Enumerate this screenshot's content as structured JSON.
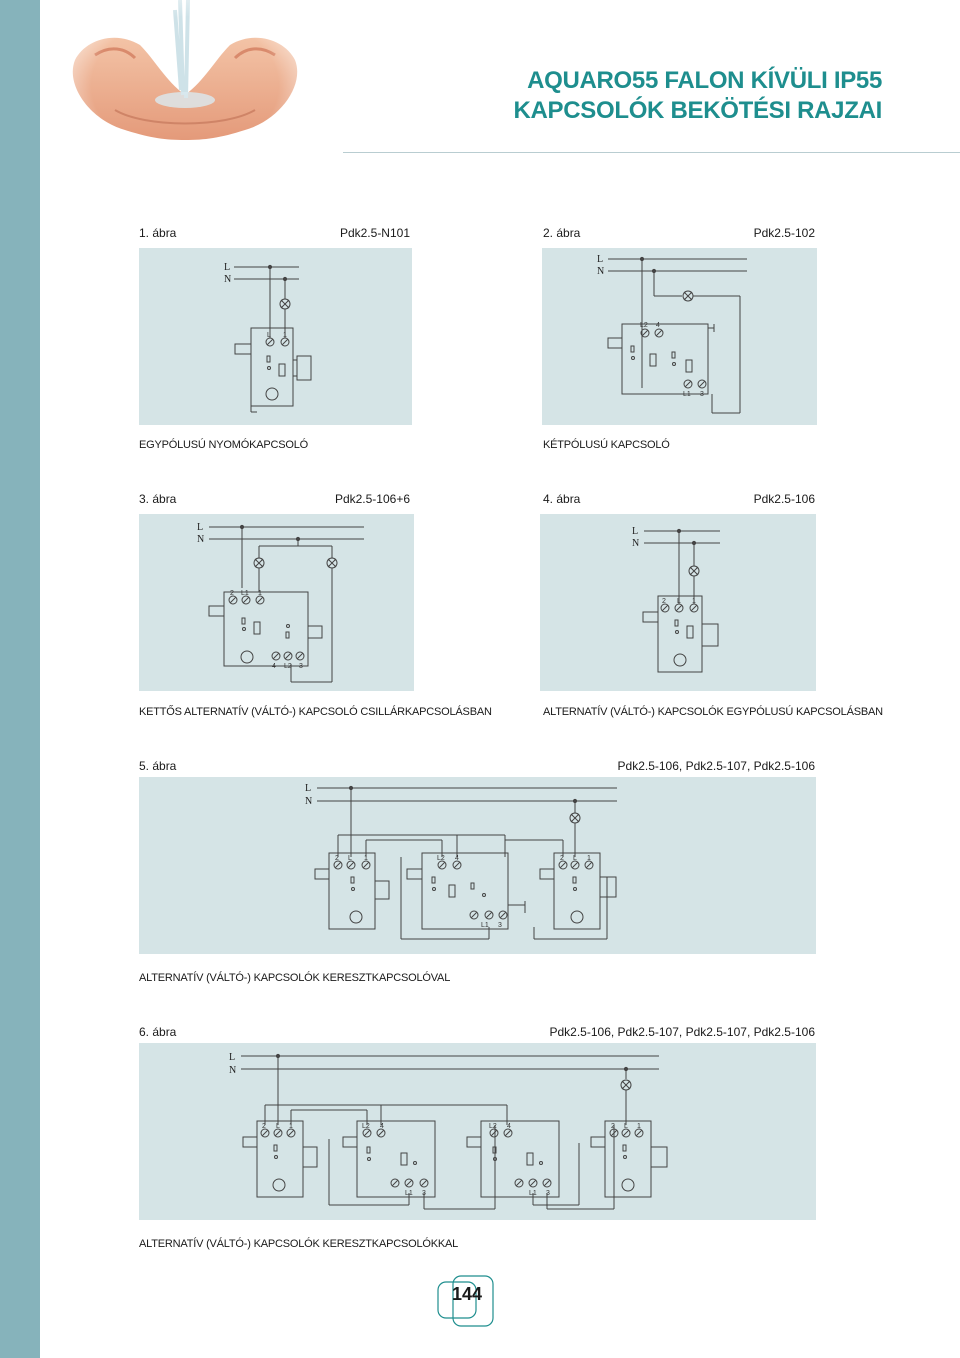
{
  "header": {
    "title_line1": "AQUARO55 FALON KÍVÜLI IP55",
    "title_line2": "KAPCSOLÓK BEKÖTÉSI RAJZAI"
  },
  "colors": {
    "accent": "#1e8e8e",
    "sidebar": "#86b3bb",
    "panel": "#d5e4e6"
  },
  "figures": [
    {
      "label": "1. ábra",
      "code": "Pdk2.5-N101",
      "description": "EGYPÓLUSÚ NYOMÓKAPCSOLÓ"
    },
    {
      "label": "2. ábra",
      "code": "Pdk2.5-102",
      "description": "KÉTPÓLUSÚ KAPCSOLÓ"
    },
    {
      "label": "3. ábra",
      "code": "Pdk2.5-106+6",
      "description": "KETTŐS ALTERNATÍV  (VÁLTÓ-) KAPCSOLÓ CSILLÁRKAPCSOLÁSBAN"
    },
    {
      "label": "4. ábra",
      "code": "Pdk2.5-106",
      "description": "ALTERNATÍV (VÁLTÓ-) KAPCSOLÓK EGYPÓLUSÚ KAPCSOLÁSBAN"
    },
    {
      "label": "5. ábra",
      "code": "Pdk2.5-106, Pdk2.5-107, Pdk2.5-106",
      "description": "ALTERNATÍV (VÁLTÓ-) KAPCSOLÓK KERESZTKAPCSOLÓVAL"
    },
    {
      "label": "6. ábra",
      "code": "Pdk2.5-106, Pdk2.5-107, Pdk2.5-107, Pdk2.5-106",
      "description": "ALTERNATÍV (VÁLTÓ-) KAPCSOLÓK KERESZTKAPCSOLÓKKAL"
    }
  ],
  "diagram": {
    "line_L": "L",
    "line_N": "N",
    "terminals": {
      "single": [
        "L",
        "1"
      ],
      "alt": [
        "2",
        "L",
        "1"
      ],
      "alt_L1": [
        "2",
        "L1",
        "1"
      ],
      "cross_top": [
        "L2",
        "4"
      ],
      "cross_bottom": [
        "L1",
        "3"
      ],
      "alt_bottom": [
        "4",
        "L2",
        "3"
      ]
    }
  },
  "page_number": "144"
}
